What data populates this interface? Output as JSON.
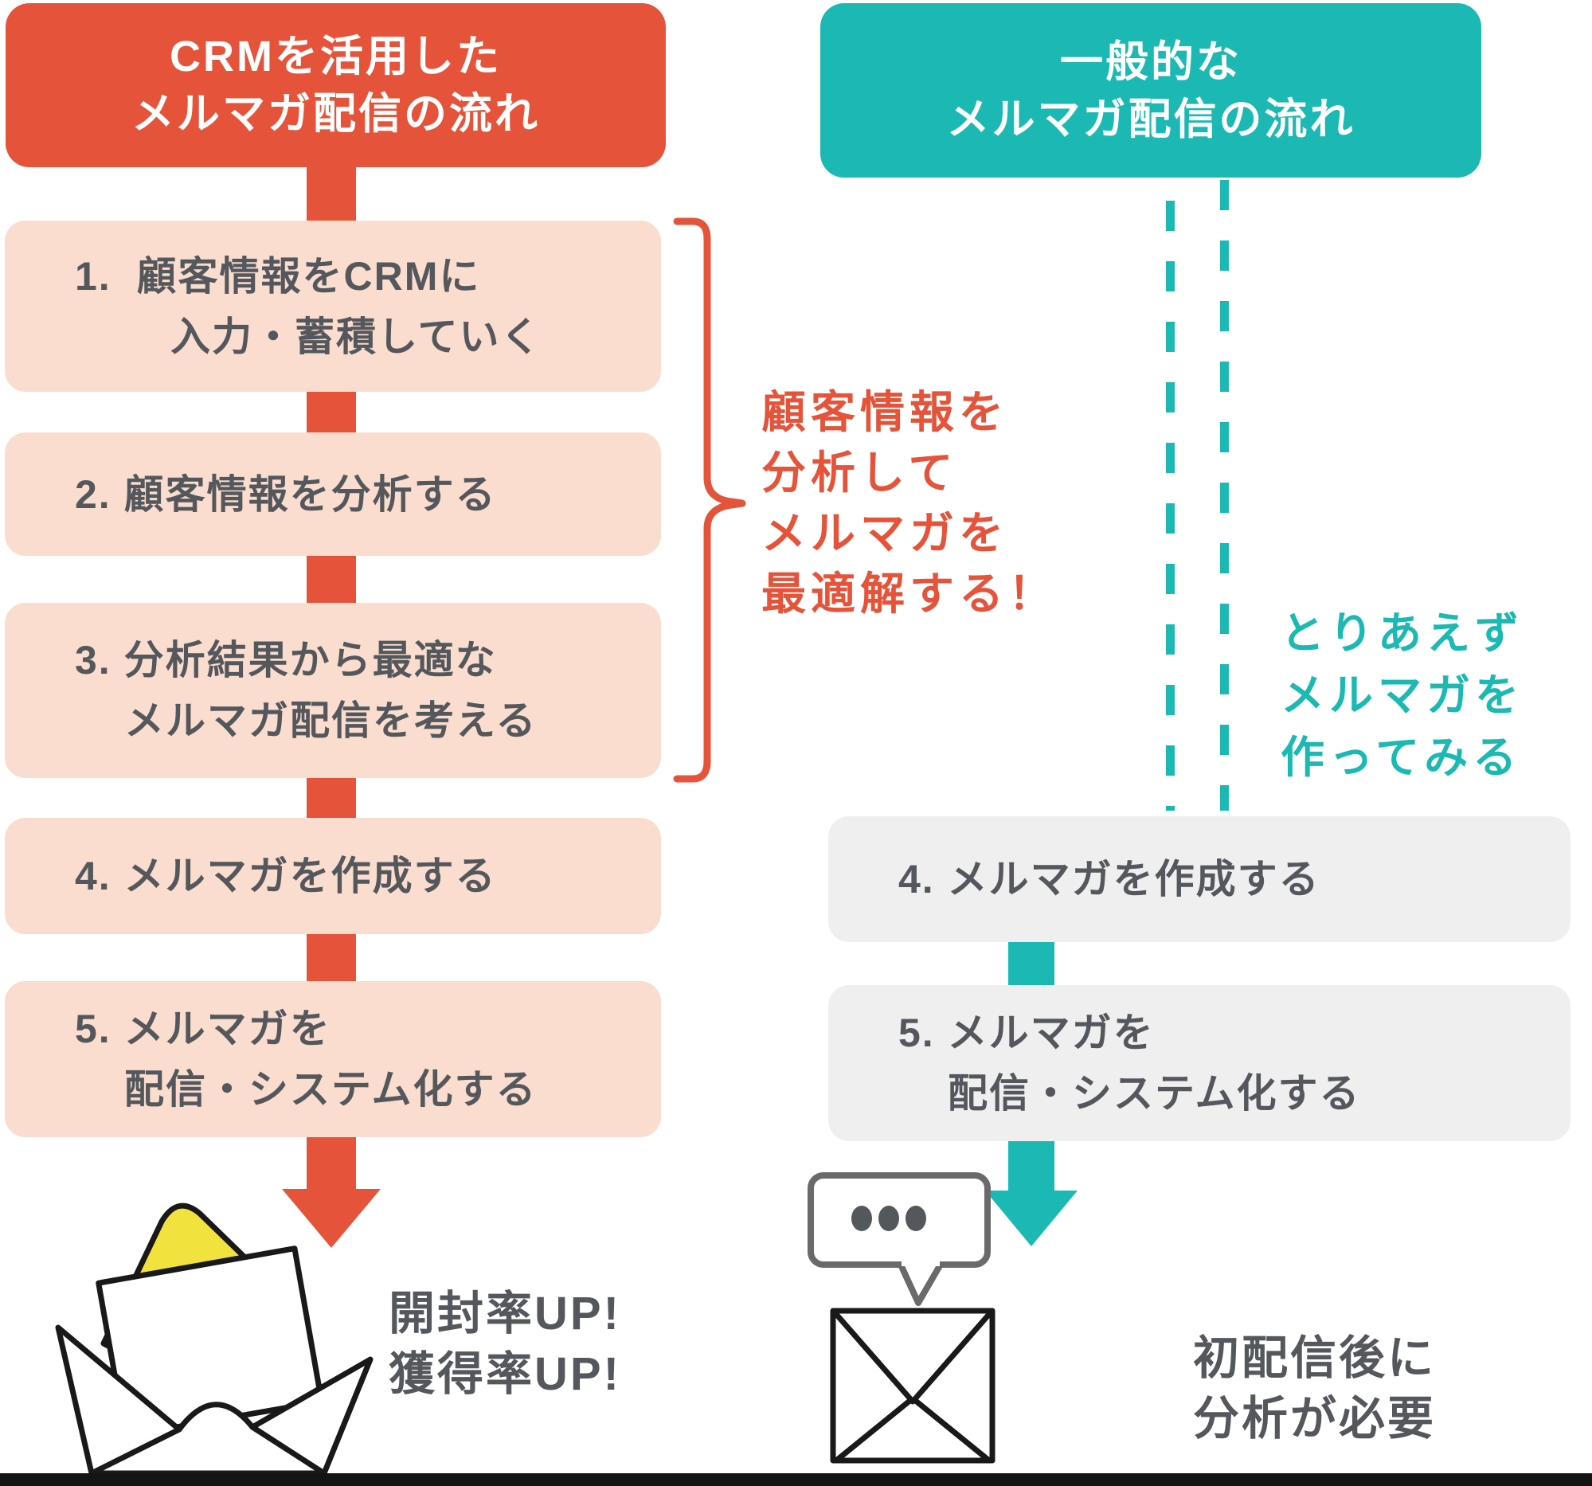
{
  "left_flow": {
    "title": [
      "CRMを活用した",
      "メルマガ配信の流れ"
    ],
    "steps": [
      {
        "lines": [
          "1.  顧客情報をCRMに",
          "入力・蓄積していく"
        ]
      },
      {
        "lines": [
          "2. 顧客情報を分析する"
        ]
      },
      {
        "lines": [
          "3. 分析結果から最適な",
          "メルマガ配信を考える"
        ]
      },
      {
        "lines": [
          "4. メルマガを作成する"
        ]
      },
      {
        "lines": [
          "5. メルマガを",
          "配信・システム化する"
        ]
      }
    ],
    "annotation": [
      "顧客情報を",
      "分析して",
      "メルマガを",
      "最適解する！"
    ],
    "result": [
      "開封率UP!",
      "獲得率UP!"
    ]
  },
  "right_flow": {
    "title": [
      "一般的な",
      "メルマガ配信の流れ"
    ],
    "annotation": [
      "とりあえず",
      "メルマガを",
      "作ってみる"
    ],
    "steps": [
      {
        "lines": [
          "4. メルマガを作成する"
        ]
      },
      {
        "lines": [
          "5. メルマガを",
          "配信・システム化する"
        ]
      }
    ],
    "result": [
      "初配信後に",
      "分析が必要"
    ]
  },
  "icons": {
    "left_result": "open-envelope-icon",
    "right_result": "closed-envelope-icon",
    "right_pending": "speech-bubble-ellipsis-icon",
    "flow_connector": "down-arrow-icon",
    "grouping": "curly-bracket-icon"
  },
  "colors": {
    "orange": "#E5543A",
    "pink": "#FADDCE",
    "teal": "#1CB9B4",
    "graybox": "#EFEFEF",
    "ink-text": "#54585D",
    "yellow": "#F2E23E",
    "ink": "#191919",
    "bubble": "#6A6A6A",
    "bar": "#141414"
  }
}
